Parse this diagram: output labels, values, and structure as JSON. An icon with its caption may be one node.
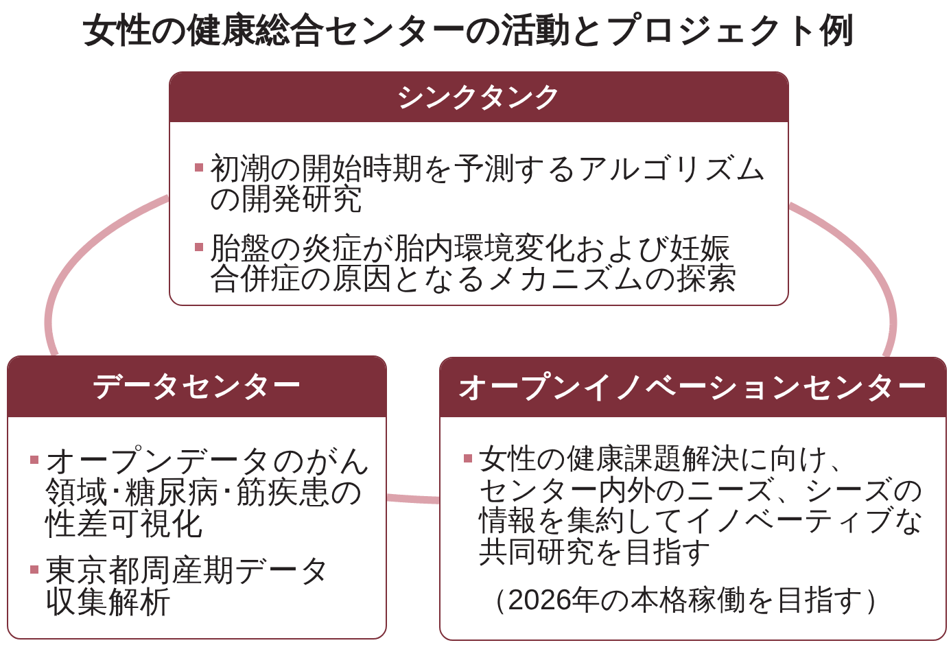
{
  "diagram": {
    "title": "女性の健康総合センターの活動とプロジェクト例",
    "nodes": [
      {
        "text": [
          "シンクタンク",
          "初潮の開始時期を予測するアルゴリズムの開発研究",
          "胎盤の炎症が胎内環境変化および妊娠合併症の原因となるメカニズムの探索"
        ]
      },
      {
        "text": [
          "データセンター",
          "オープンデータのがん領域･糖尿病･筋疾患の性差可視化",
          "東京都周産期データ収集解析"
        ]
      },
      {
        "text": [
          "オープンイノベーションセンター",
          "女性の健康課題解決に向け、センター内外のニーズ、シーズの情報を集約してイノベーティブな共同研究を目指す",
          "（2026年の本格稼働を目指す）"
        ]
      }
    ],
    "edges": [
      {
        "from": 0,
        "to": 1,
        "arrow": "none"
      },
      {
        "from": 0,
        "to": 2,
        "arrow": "none"
      },
      {
        "from": 1,
        "to": 2,
        "arrow": "none"
      }
    ]
  }
}
